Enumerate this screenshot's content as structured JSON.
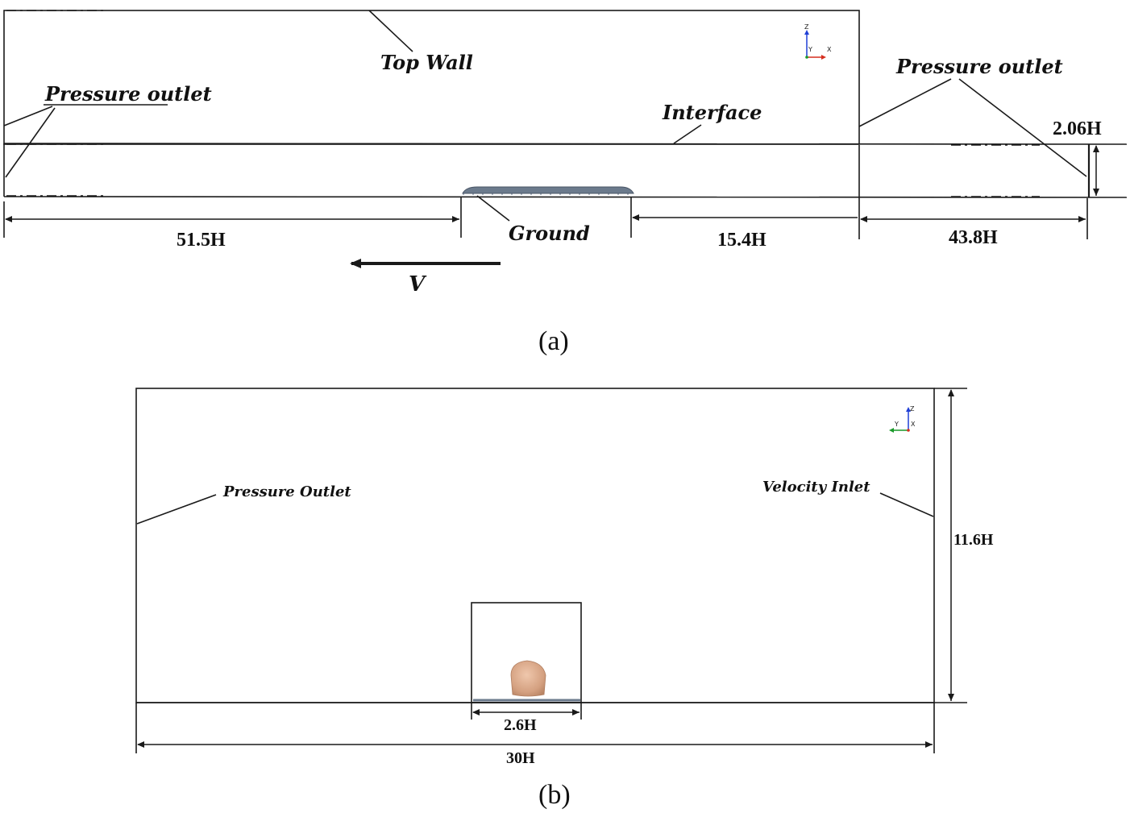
{
  "panel_a": {
    "labels": {
      "top_wall": "Top Wall",
      "pressure_outlet_left": "Pressure outlet",
      "pressure_outlet_right": "Pressure outlet",
      "interface": "Interface",
      "ground": "Ground",
      "velocity": "V"
    },
    "dimensions": {
      "upstream": "51.5H",
      "mid": "15.4H",
      "downstream": "43.8H",
      "height": "2.06H"
    },
    "axis": {
      "z": "Z",
      "y": "Y",
      "x": "X"
    },
    "caption": "(a)"
  },
  "panel_b": {
    "labels": {
      "pressure_outlet": "Pressure Outlet",
      "velocity_inlet": "Velocity Inlet"
    },
    "dimensions": {
      "width": "30H",
      "height": "11.6H",
      "inner_width": "2.6H"
    },
    "axis": {
      "z": "Z",
      "y": "Y",
      "x": "X"
    },
    "caption": "(b)"
  },
  "colors": {
    "line": "#1a1a1a",
    "ground_plate": "#6b7a8c",
    "body": "#d8a98a",
    "axis_z": "#1f3fd6",
    "axis_x": "#d62f1f",
    "axis_y": "#1a9a2a"
  },
  "icons": {
    "axis_triad_a": "axis-triad-icon",
    "axis_triad_b": "axis-triad-icon",
    "velocity_arrow": "arrow-left-icon"
  }
}
